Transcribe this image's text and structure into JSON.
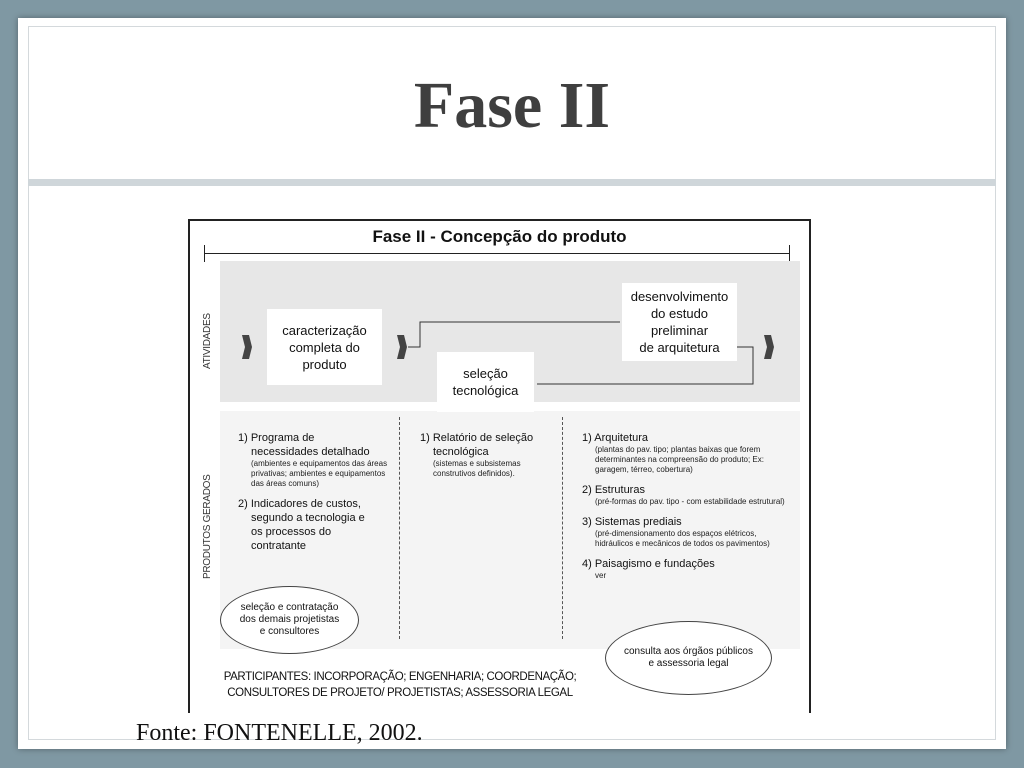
{
  "slide": {
    "title": "Fase II",
    "caption": "Fonte: FONTENELLE, 2002."
  },
  "diagram": {
    "title": "Fase II - Concepção do produto",
    "row_labels": {
      "activities": "ATIVIDADES",
      "products": "PRODUTOS GERADOS"
    },
    "activities": {
      "box1": [
        "caracterização",
        "completa do",
        "produto"
      ],
      "box2": [
        "seleção",
        "tecnológica"
      ],
      "box3": [
        "desenvolvimento",
        "do estudo",
        "preliminar",
        "de arquitetura"
      ]
    },
    "products": {
      "col1": {
        "item1_title": "1) Programa de",
        "item1_title2": "necessidades detalhado",
        "item1_note": "(ambientes e equipamentos das áreas privativas; ambientes e equipamentos das áreas comuns)",
        "item2_title": "2) Indicadores de custos,",
        "item2_title2": "segundo a tecnologia e",
        "item2_title3": "os processos do",
        "item2_title4": "contratante",
        "ellipse": [
          "seleção e contratação",
          "dos demais projetistas",
          "e consultores"
        ]
      },
      "col2": {
        "item1_title": "1) Relatório de seleção",
        "item1_title2": "tecnológica",
        "item1_note": "(sistemas e subsistemas construtivos definidos)."
      },
      "col3": {
        "item1_title": "1) Arquitetura",
        "item1_note": "(plantas do pav. tipo; plantas baixas que forem determinantes na compreensão do produto; Ex: garagem, térreo, cobertura)",
        "item2_title": "2) Estruturas",
        "item2_note": "(pré-formas do pav. tipo - com estabilidade estrutural)",
        "item3_title": "3) Sistemas prediais",
        "item3_note": "(pré-dimensionamento dos espaços elétricos, hidráulicos e mecânicos de todos os pavimentos)",
        "item4_title": "4) Paisagismo e fundações",
        "item4_note": "ver",
        "ellipse": [
          "consulta aos órgãos públicos",
          "e assessoria legal"
        ]
      }
    },
    "participants": [
      "PARTICIPANTES: INCORPORAÇÃO; ENGENHARIA; COORDENAÇÃO;",
      "CONSULTORES DE PROJETO/ PROJETISTAS; ASSESSORIA LEGAL"
    ]
  }
}
